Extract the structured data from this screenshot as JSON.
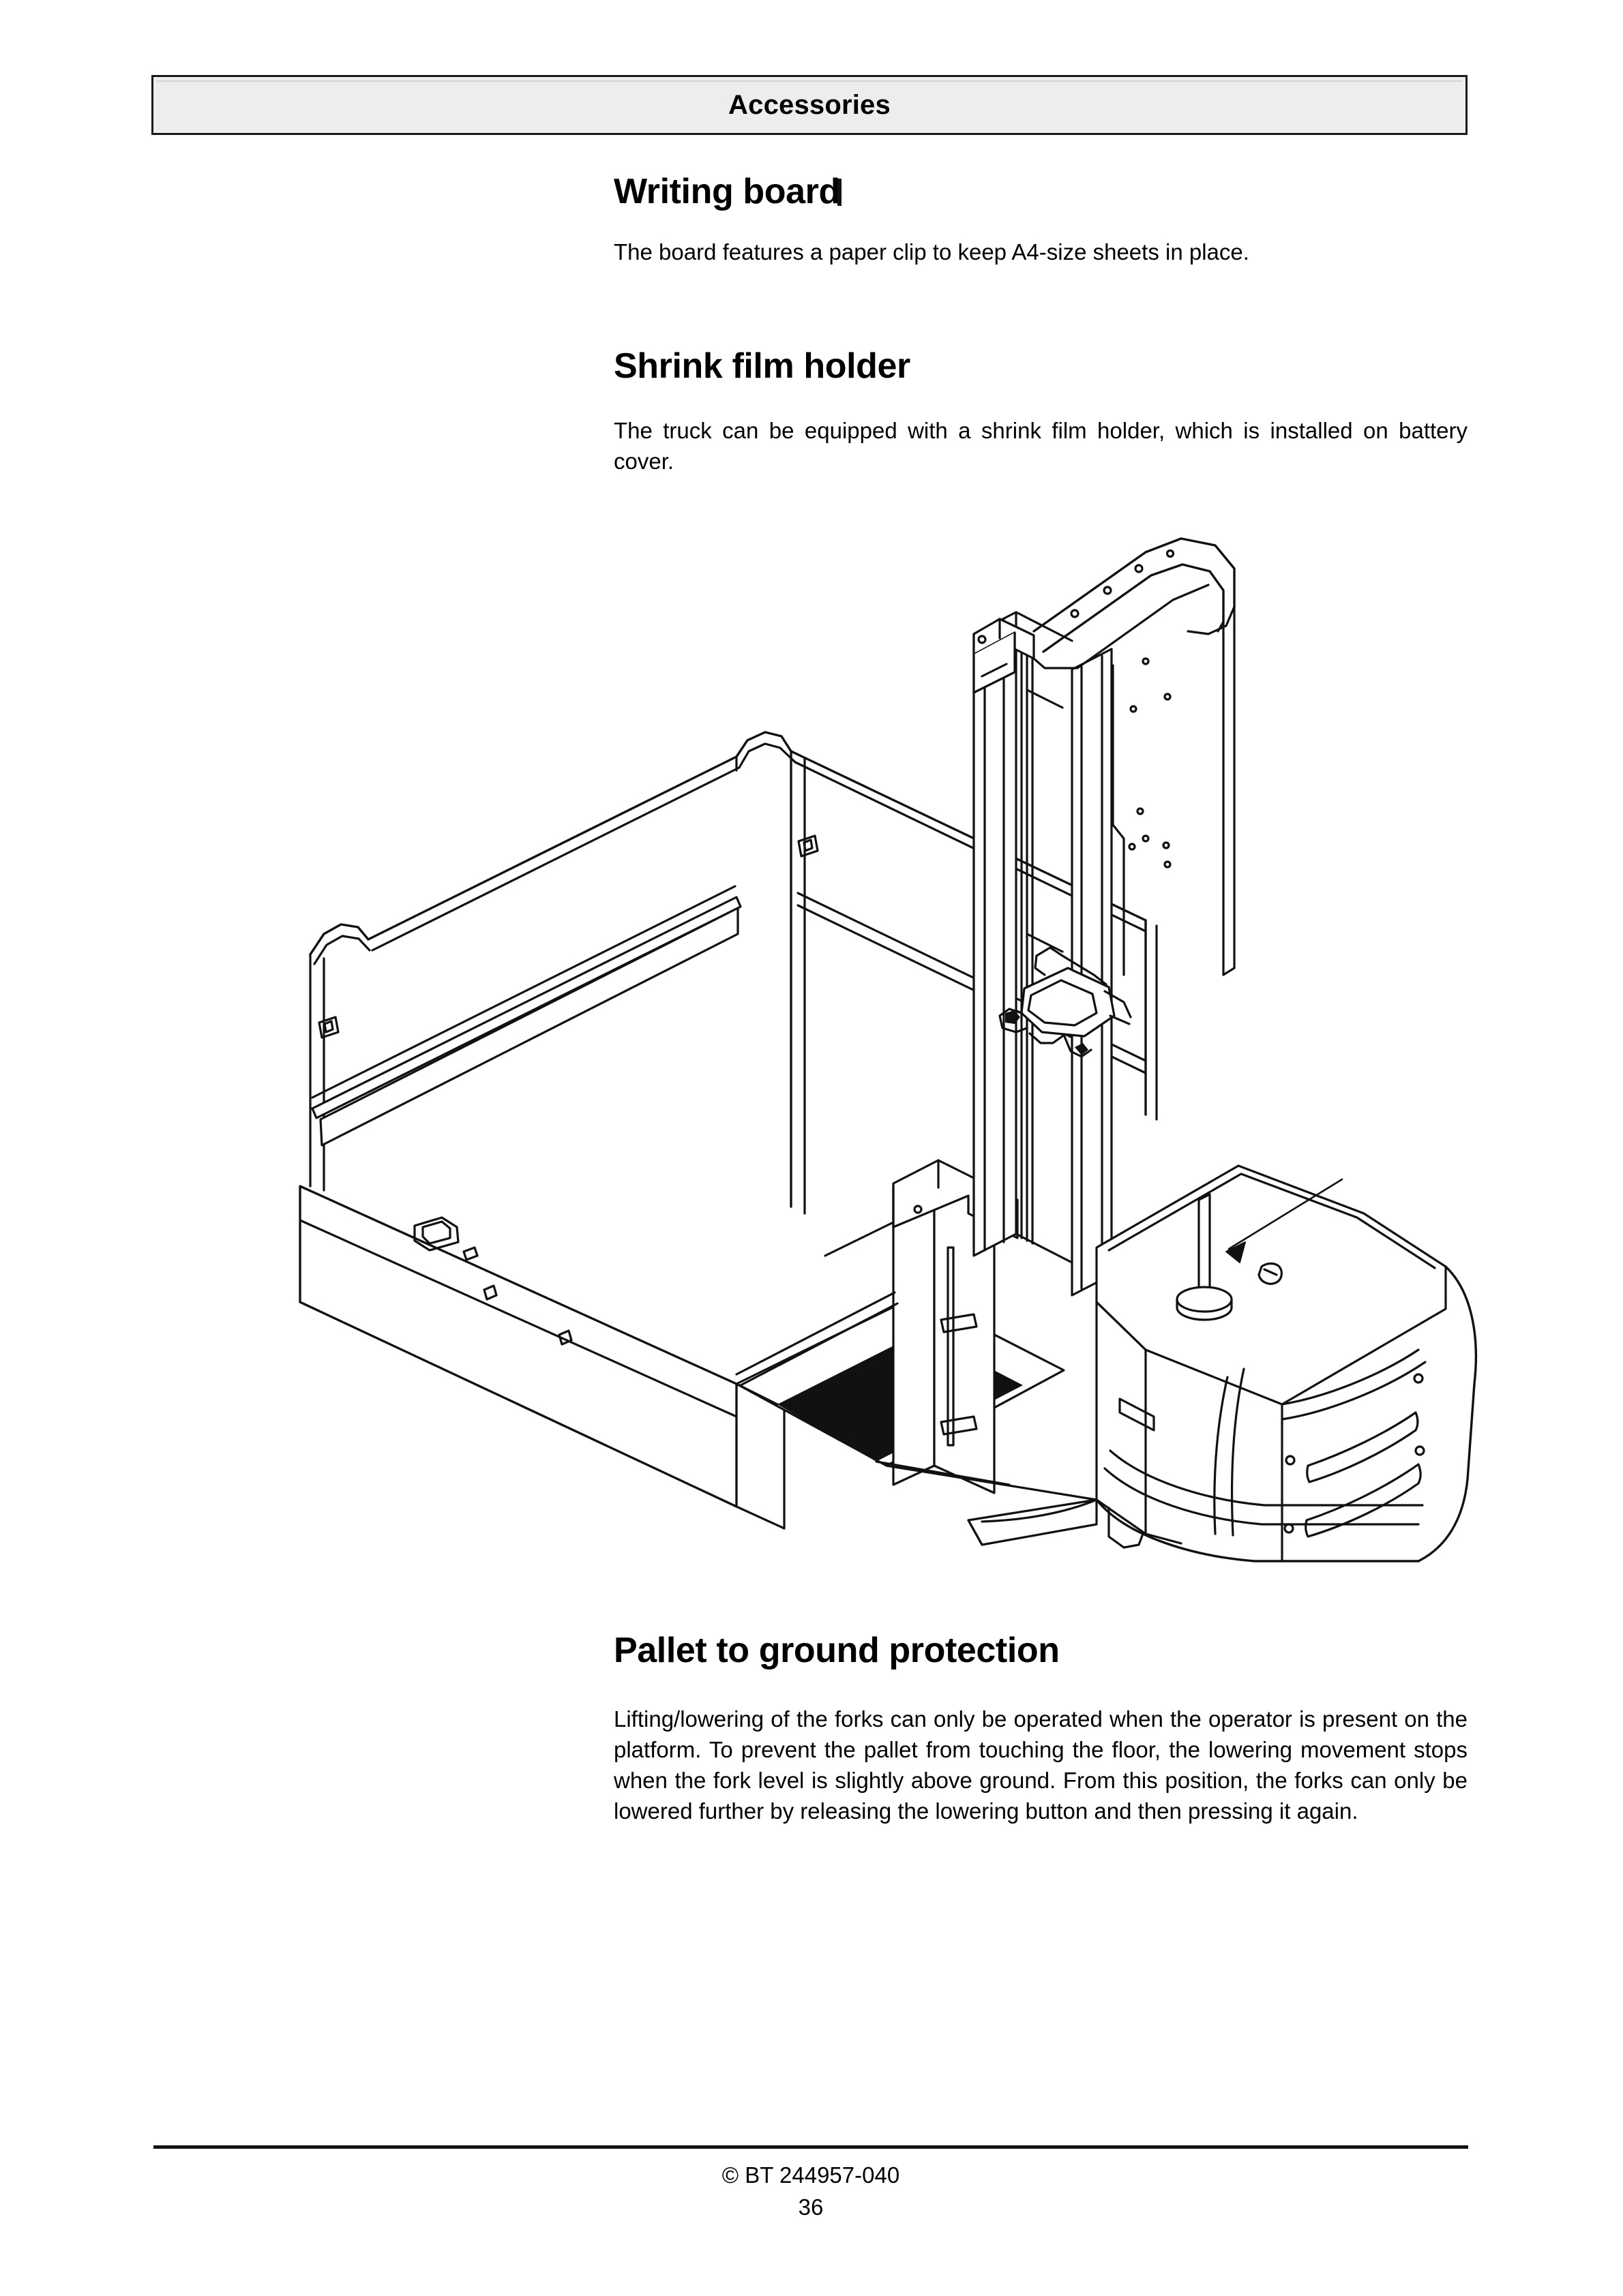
{
  "header": {
    "title": "Accessories"
  },
  "sections": [
    {
      "id": "writing-board",
      "heading": "Writing board",
      "body": "The board features a paper clip to keep A4-size sheets in place."
    },
    {
      "id": "shrink-film-holder",
      "heading": "Shrink film holder",
      "body": "The truck can be equipped with a shrink film holder, which is installed on battery cover."
    },
    {
      "id": "pallet-to-ground-protection",
      "heading": "Pallet to ground protection",
      "body": "Lifting/lowering of the forks can only be operated when the operator is present on the platform. To prevent the pallet from touching the floor, the lowering movement stops when the fork level is slightly above ground. From this position, the forks can only be lowered further by releasing the lowering button and then pressing it again."
    }
  ],
  "figure": {
    "caption": "",
    "alt": "Isometric line drawing of an order picker truck with platform guardrails, mast, battery cover and shrink film holder post",
    "callout": "leader line with arrowhead pointing to the shrink film holder post on the battery cover"
  },
  "footer": {
    "copyright": "© BT 244957-040",
    "page_number": "36"
  },
  "colors": {
    "header_band_fill": "#ededed",
    "rule": "#111111",
    "text": "#000000",
    "page_background": "#ffffff"
  }
}
